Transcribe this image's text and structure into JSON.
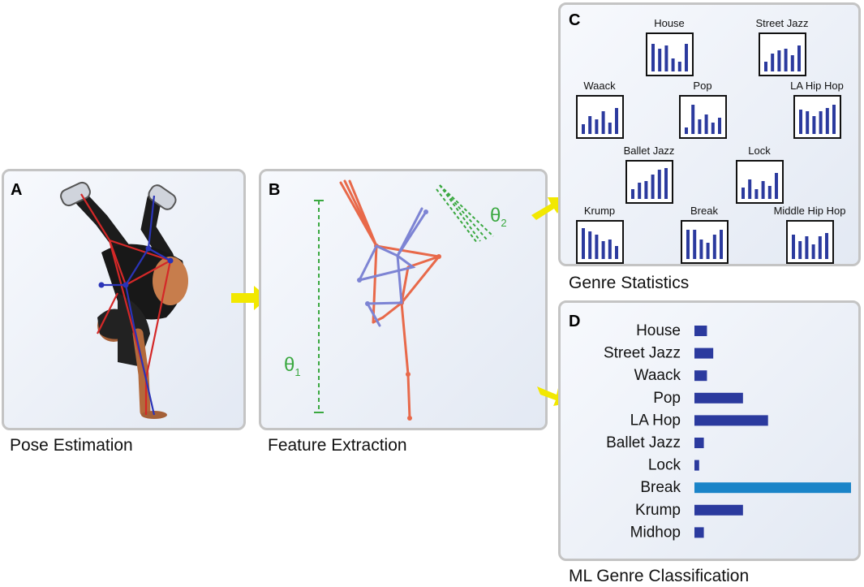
{
  "panels": {
    "a": {
      "letter": "A",
      "caption": "Pose Estimation"
    },
    "b": {
      "letter": "B",
      "caption": "Feature Extraction",
      "theta1": "θ",
      "theta1_sub": "1",
      "theta2": "θ",
      "theta2_sub": "2"
    },
    "c": {
      "letter": "C",
      "caption": "Genre Statistics",
      "histograms": [
        {
          "name": "House",
          "bars": [
            0.85,
            0.7,
            0.8,
            0.4,
            0.3,
            0.85
          ]
        },
        {
          "name": "Street Jazz",
          "bars": [
            0.3,
            0.55,
            0.65,
            0.7,
            0.5,
            0.8
          ]
        },
        {
          "name": "Waack",
          "bars": [
            0.3,
            0.55,
            0.45,
            0.7,
            0.35,
            0.8
          ]
        },
        {
          "name": "Pop",
          "bars": [
            0.2,
            0.9,
            0.45,
            0.6,
            0.35,
            0.5
          ]
        },
        {
          "name": "LA Hip Hop",
          "bars": [
            0.75,
            0.7,
            0.55,
            0.7,
            0.8,
            0.9
          ]
        },
        {
          "name": "Ballet Jazz",
          "bars": [
            0.3,
            0.5,
            0.55,
            0.75,
            0.9,
            0.95
          ]
        },
        {
          "name": "Lock",
          "bars": [
            0.35,
            0.6,
            0.3,
            0.55,
            0.4,
            0.8
          ]
        },
        {
          "name": "Krump",
          "bars": [
            0.95,
            0.85,
            0.75,
            0.55,
            0.6,
            0.4
          ]
        },
        {
          "name": "Break",
          "bars": [
            0.9,
            0.9,
            0.6,
            0.5,
            0.75,
            0.9
          ]
        },
        {
          "name": "Middle Hip Hop",
          "bars": [
            0.75,
            0.55,
            0.7,
            0.45,
            0.7,
            0.8
          ]
        }
      ]
    },
    "d": {
      "letter": "D",
      "caption": "ML Genre Classification"
    }
  },
  "chart_data": {
    "type": "bar",
    "orientation": "horizontal",
    "categories": [
      "House",
      "Street Jazz",
      "Waack",
      "Pop",
      "LA Hop",
      "Ballet Jazz",
      "Lock",
      "Break",
      "Krump",
      "Midhop"
    ],
    "values": [
      0.08,
      0.12,
      0.08,
      0.31,
      0.47,
      0.06,
      0.03,
      1.0,
      0.31,
      0.06
    ],
    "highlight_index": 7,
    "bar_color": "#2b3a9e",
    "highlight_color": "#1a84c8",
    "title": "",
    "xlabel": "",
    "ylabel": ""
  },
  "colors": {
    "arrow": "#f2e800",
    "theta": "#3aa840",
    "left_limb": "#e8694a",
    "right_limb": "#7d84d4"
  }
}
